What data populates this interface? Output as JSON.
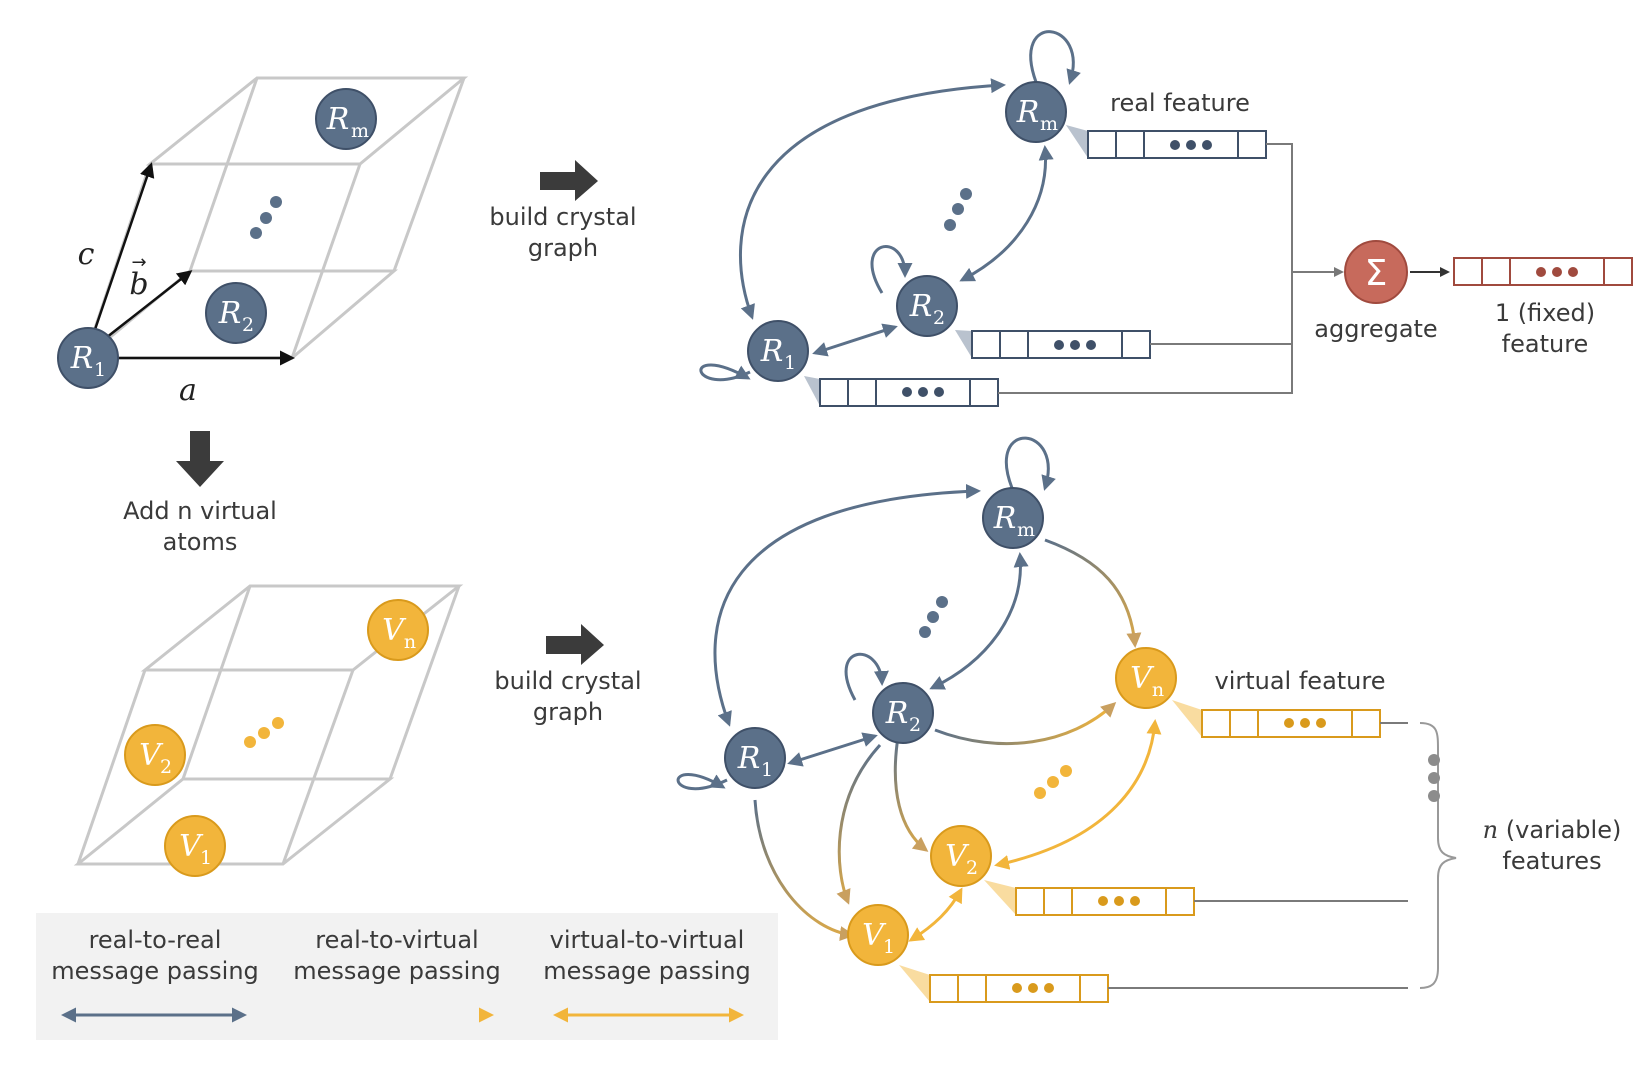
{
  "colors": {
    "real": "#5b7089",
    "real_stroke": "#3f5068",
    "virtual": "#f2b53b",
    "virtual_stroke": "#d99a1c",
    "aggregate": "#c76a5c",
    "fixed_feature": "#a04a3e",
    "lattice": "#c8c8c8",
    "arrow_block": "#3b3b3b",
    "line_gray": "#7a7a7a"
  },
  "lattice": {
    "axis_a": "a",
    "axis_b": "b",
    "axis_c": "c",
    "real_atoms": [
      {
        "name": "R",
        "sub": "1"
      },
      {
        "name": "R",
        "sub": "2"
      },
      {
        "name": "R",
        "sub": "m"
      }
    ],
    "virtual_atoms": [
      {
        "name": "V",
        "sub": "1"
      },
      {
        "name": "V",
        "sub": "2"
      },
      {
        "name": "V",
        "sub": "n"
      }
    ]
  },
  "steps": {
    "build_top": "build crystal\ngraph",
    "build_bottom": "build crystal\ngraph",
    "add_virtual": "Add n virtual\natoms"
  },
  "top_graph": {
    "real_feature_label": "real feature",
    "aggregate_symbol": "Σ",
    "aggregate_label": "aggregate",
    "fixed_feature_label": "1 (fixed)\nfeature"
  },
  "bottom_graph": {
    "virtual_feature_label": "virtual feature",
    "variable_features_n": "n",
    "variable_features_label": " (variable)\nfeatures"
  },
  "legend": [
    {
      "label": "real-to-real\nmessage passing",
      "type": "real-to-real"
    },
    {
      "label": "real-to-virtual\nmessage passing",
      "type": "real-to-virtual"
    },
    {
      "label": "virtual-to-virtual\nmessage passing",
      "type": "virtual-to-virtual"
    }
  ]
}
